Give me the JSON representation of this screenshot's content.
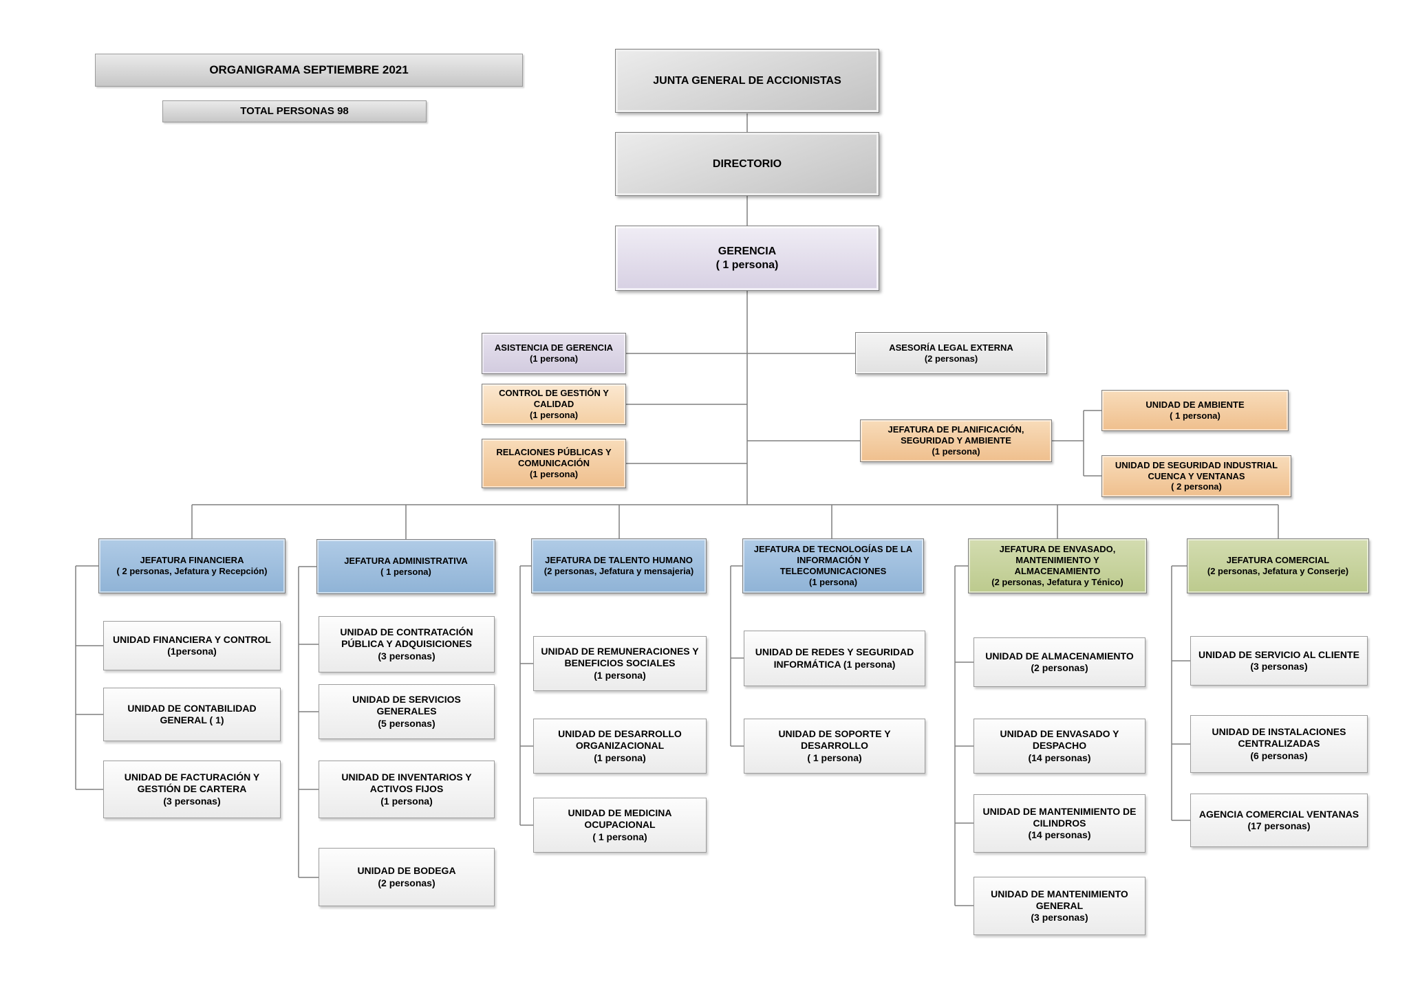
{
  "colors": {
    "jefatura_blue": "#9fc0e0",
    "jefatura_green": "#c8d39e",
    "staff_orange": "#f3cb9e",
    "staff_lavender": "#ddd6e7",
    "box_gray": "#d5d5d5",
    "unit_white": "#f5f5f5",
    "line_gray": "#7f7f7f"
  },
  "header": {
    "title": "ORGANIGRAMA SEPTIEMBRE 2021",
    "total": "TOTAL PERSONAS 98"
  },
  "chain": {
    "junta": {
      "label": "JUNTA GENERAL DE ACCIONISTAS"
    },
    "directorio": {
      "label": "DIRECTORIO"
    },
    "gerencia": {
      "label": "GERENCIA",
      "count": "( 1 persona)"
    }
  },
  "staff": {
    "asistencia": {
      "label": "ASISTENCIA DE GERENCIA",
      "count": "(1 persona)"
    },
    "asesoria": {
      "label": "ASESORÍA LEGAL EXTERNA",
      "count": "(2 personas)"
    },
    "control": {
      "label": "CONTROL DE GESTIÓN Y CALIDAD",
      "count": "(1 persona)"
    },
    "relaciones": {
      "label": "RELACIONES PÚBLICAS Y COMUNICACIÓN",
      "count": "(1 persona)"
    },
    "planificacion": {
      "label": "JEFATURA DE PLANIFICACIÓN, SEGURIDAD Y AMBIENTE",
      "count": "(1 persona)"
    },
    "ambiente": {
      "label": "UNIDAD DE AMBIENTE",
      "count": "( 1 persona)"
    },
    "seguridad": {
      "label": "UNIDAD DE SEGURIDAD INDUSTRIAL CUENCA Y VENTANAS",
      "count": "( 2 persona)"
    }
  },
  "columns": [
    {
      "head": {
        "label": "JEFATURA FINANCIERA",
        "count": "( 2 personas, Jefatura y Recepción)"
      },
      "units": [
        {
          "label": "UNIDAD FINANCIERA Y CONTROL",
          "count": "(1persona)"
        },
        {
          "label": "UNIDAD DE CONTABILIDAD GENERAL ( 1)",
          "count": ""
        },
        {
          "label": "UNIDAD DE FACTURACIÓN Y GESTIÓN DE CARTERA",
          "count": "(3 personas)"
        }
      ]
    },
    {
      "head": {
        "label": "JEFATURA ADMINISTRATIVA",
        "count": "( 1 persona)"
      },
      "units": [
        {
          "label": "UNIDAD DE CONTRATACIÓN PÚBLICA Y ADQUISICIONES",
          "count": "(3 personas)"
        },
        {
          "label": "UNIDAD DE SERVICIOS GENERALES",
          "count": "(5 personas)"
        },
        {
          "label": "UNIDAD DE INVENTARIOS Y ACTIVOS FIJOS",
          "count": "(1 persona)"
        },
        {
          "label": "UNIDAD DE BODEGA",
          "count": "(2 personas)"
        }
      ]
    },
    {
      "head": {
        "label": "JEFATURA DE TALENTO HUMANO",
        "count": "(2 personas, Jefatura y mensajeria)"
      },
      "units": [
        {
          "label": "UNIDAD DE REMUNERACIONES Y BENEFICIOS SOCIALES",
          "count": "(1 persona)"
        },
        {
          "label": "UNIDAD DE DESARROLLO ORGANIZACIONAL",
          "count": "(1 persona)"
        },
        {
          "label": "UNIDAD DE MEDICINA OCUPACIONAL",
          "count": "( 1 persona)"
        }
      ]
    },
    {
      "head": {
        "label": "JEFATURA DE TECNOLOGÍAS DE LA INFORMACIÓN Y TELECOMUNICACIONES",
        "count": "(1 persona)"
      },
      "units": [
        {
          "label": "UNIDAD DE REDES Y SEGURIDAD INFORMÁTICA (1 persona)",
          "count": ""
        },
        {
          "label": "UNIDAD DE SOPORTE Y DESARROLLO",
          "count": "( 1 persona)"
        }
      ]
    },
    {
      "head": {
        "label": "JEFATURA DE ENVASADO, MANTENIMIENTO Y ALMACENAMIENTO",
        "count": "(2 personas, Jefatura y Ténico)"
      },
      "units": [
        {
          "label": "UNIDAD DE ALMACENAMIENTO",
          "count": "(2 personas)"
        },
        {
          "label": "UNIDAD DE ENVASADO Y DESPACHO",
          "count": "(14 personas)"
        },
        {
          "label": "UNIDAD DE MANTENIMIENTO DE CILINDROS",
          "count": "(14 personas)"
        },
        {
          "label": "UNIDAD DE MANTENIMIENTO GENERAL",
          "count": "(3 personas)"
        }
      ]
    },
    {
      "head": {
        "label": "JEFATURA COMERCIAL",
        "count": "(2 personas, Jefatura y Conserje)"
      },
      "units": [
        {
          "label": "UNIDAD DE SERVICIO AL CLIENTE",
          "count": "(3 personas)"
        },
        {
          "label": "UNIDAD DE INSTALACIONES CENTRALIZADAS",
          "count": "(6 personas)"
        },
        {
          "label": "AGENCIA COMERCIAL VENTANAS",
          "count": "(17 personas)"
        }
      ]
    }
  ]
}
